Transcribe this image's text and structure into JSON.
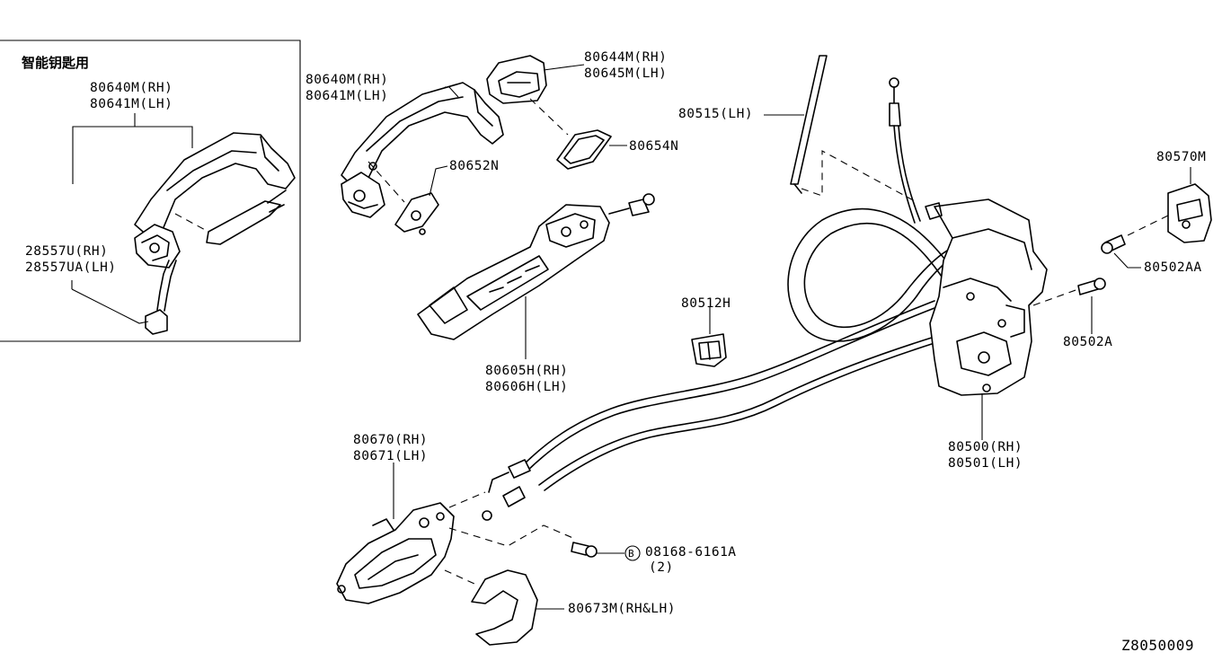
{
  "inset": {
    "title": "智能钥匙用",
    "handle_rh": "80640M(RH)",
    "handle_lh": "80641M(LH)",
    "sensor_rh": "28557U(RH)",
    "sensor_lh": "28557UA(LH)"
  },
  "parts": {
    "handle_rh": "80640M(RH)",
    "handle_lh": "80641M(LH)",
    "escutcheon_rh": "80644M(RH)",
    "escutcheon_lh": "80645M(LH)",
    "gasket_n": "80654N",
    "gasket_small": "80652N",
    "bracket_rh": "80605H(RH)",
    "bracket_lh": "80606H(LH)",
    "rod_lh": "80515(LH)",
    "clip": "80512H",
    "striker": "80570M",
    "screw_aa": "80502AA",
    "screw_a": "80502A",
    "lock_rh": "80500(RH)",
    "lock_lh": "80501(LH)",
    "inside_handle_rh": "80670(RH)",
    "inside_handle_lh": "80671(LH)",
    "bolt_code": "08168-6161A",
    "bolt_qty": "(2)",
    "bolt_mark": "B",
    "cover": "80673M(RH&LH)"
  },
  "diagram_id": "Z8050009"
}
